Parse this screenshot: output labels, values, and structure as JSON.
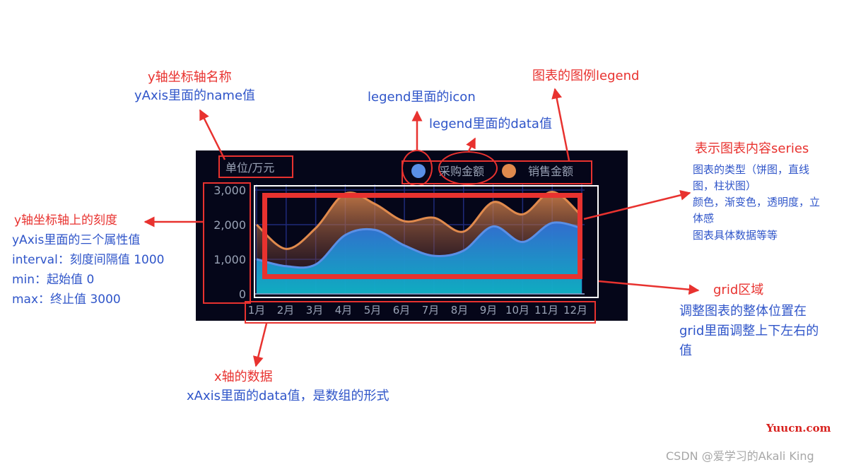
{
  "colors": {
    "panel_bg": "#050619",
    "purchase": "#5a8fe6",
    "sales": "#e08a4d",
    "annotation_red": "#e8322f",
    "annotation_blue": "#2f55c9"
  },
  "chart_data": {
    "type": "area",
    "title": "",
    "ylabel": "单位/万元",
    "xlabel": "",
    "categories": [
      "1月",
      "2月",
      "3月",
      "4月",
      "5月",
      "6月",
      "7月",
      "8月",
      "9月",
      "10月",
      "11月",
      "12月"
    ],
    "ylim": [
      0,
      3000
    ],
    "yticks": [
      "3,000",
      "2,000",
      "1,000",
      "0"
    ],
    "legend": [
      "采购金额",
      "销售金额"
    ],
    "legend_position": "top-right",
    "smooth": true,
    "grid": true,
    "series": [
      {
        "name": "采购金额",
        "color": "#5a8fe6",
        "values": [
          1000,
          800,
          850,
          1700,
          1850,
          1400,
          1100,
          1250,
          1950,
          1500,
          2050,
          1900
        ]
      },
      {
        "name": "销售金额",
        "color": "#e08a4d",
        "values": [
          2000,
          1300,
          1900,
          2900,
          2600,
          2100,
          2200,
          1800,
          2650,
          2300,
          2950,
          2250
        ]
      }
    ]
  },
  "annotations": {
    "y_name_title": "y轴坐标轴名称",
    "y_name_desc": "yAxis里面的name值",
    "legend_icon": "legend里面的icon",
    "legend_data": "legend里面的data值",
    "legend_title": "图表的图例legend",
    "series_title": "表示图表内容series",
    "series_desc": [
      "图表的类型（饼图，直线",
      "图，柱状图）",
      "颜色，渐变色，透明度，立",
      "体感",
      "图表具体数据等等"
    ],
    "y_tick_title": "y轴坐标轴上的刻度",
    "y_tick_desc": [
      "yAxis里面的三个属性值",
      "interval：刻度间隔值   1000",
      "min：起始值   0",
      "max：终止值   3000"
    ],
    "grid_title": "grid区域",
    "grid_desc": [
      "调整图表的整体位置在",
      "grid里面调整上下左右的",
      "值"
    ],
    "x_title": "x轴的数据",
    "x_desc": "xAxis里面的data值，是数组的形式"
  },
  "watermark": {
    "site": "Yuucn.com",
    "author": "CSDN @爱学习的Akali King"
  }
}
